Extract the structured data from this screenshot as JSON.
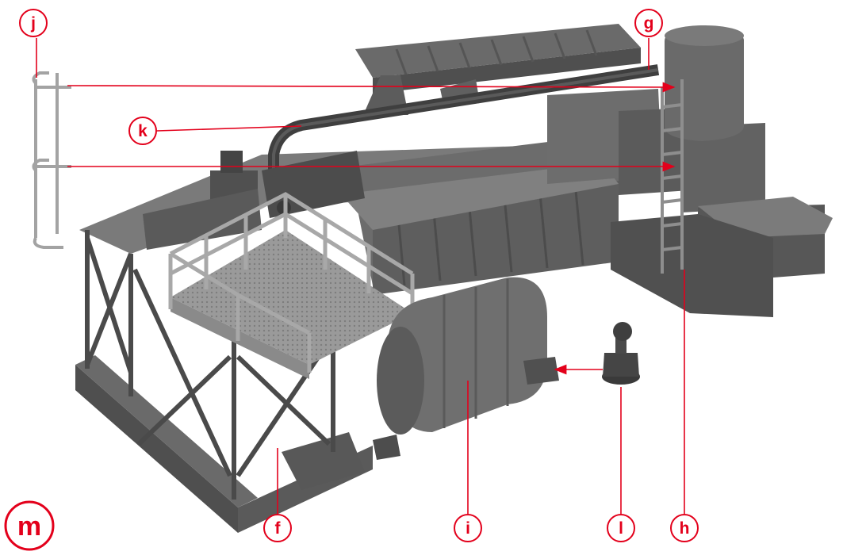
{
  "callouts": {
    "j": "j",
    "g": "g",
    "k": "k",
    "f": "f",
    "i": "i",
    "l": "l",
    "h": "h"
  },
  "section_marker": "m",
  "colors": {
    "accent": "#e3001b",
    "model_dark": "#555555",
    "model_mid": "#6e6e6e",
    "model_light": "#8c8c8c",
    "part_light": "#a3a3a3"
  },
  "icons": {
    "callout": "circled-letter",
    "pointer": "arrow-right-icon"
  }
}
